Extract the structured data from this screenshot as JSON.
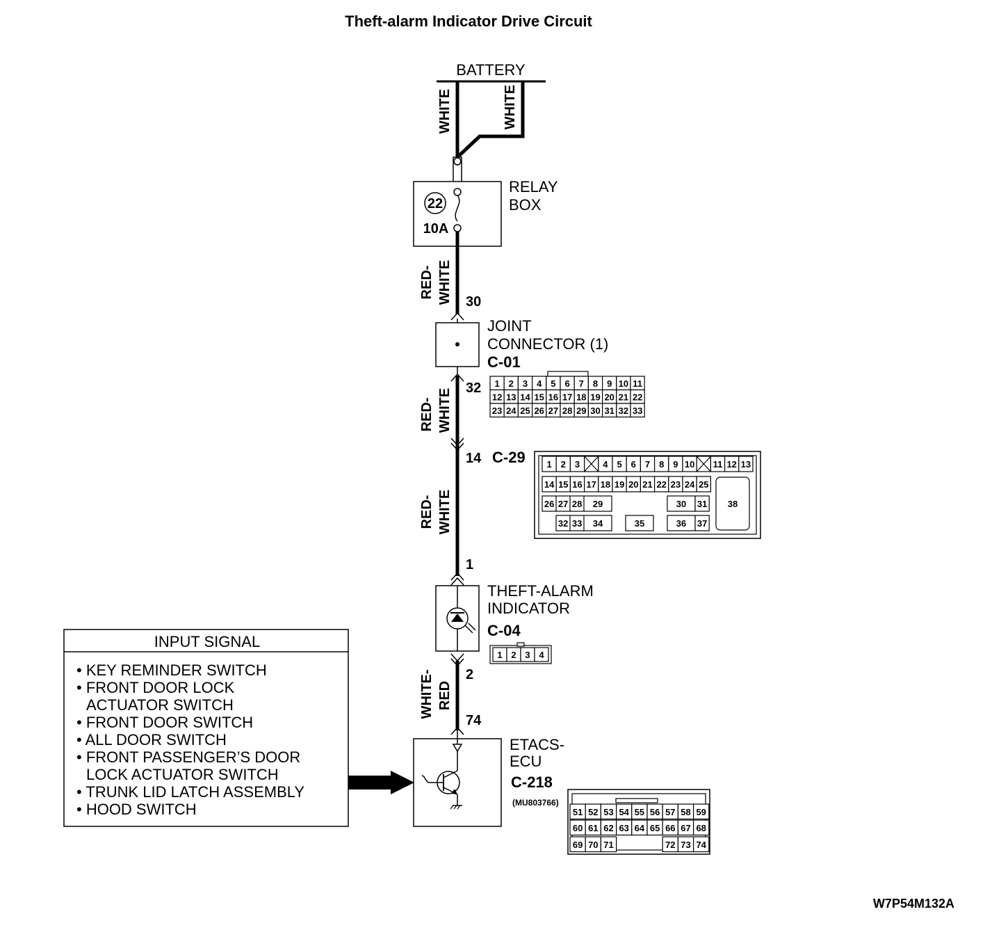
{
  "title": "Theft-alarm Indicator Drive Circuit",
  "battery": {
    "label": "BATTERY",
    "wire_left": "WHITE",
    "wire_right": "WHITE"
  },
  "relay_box": {
    "label_line1": "RELAY",
    "label_line2": "BOX",
    "fuse_number": "22",
    "fuse_rating": "10A"
  },
  "wire_relay_to_joint": {
    "line1": "RED-",
    "line2": "WHITE",
    "pin_in": "30"
  },
  "joint_connector": {
    "label_line1": "JOINT",
    "label_line2": "CONNECTOR (1)",
    "code": "C-01",
    "pin_out": "32",
    "pin_rows": [
      [
        "1",
        "2",
        "3",
        "4",
        "5",
        "6",
        "7",
        "8",
        "9",
        "10",
        "11"
      ],
      [
        "12",
        "13",
        "14",
        "15",
        "16",
        "17",
        "18",
        "19",
        "20",
        "21",
        "22"
      ],
      [
        "23",
        "24",
        "25",
        "26",
        "27",
        "28",
        "29",
        "30",
        "31",
        "32",
        "33"
      ]
    ]
  },
  "wire_joint_to_c29": {
    "line1": "RED-",
    "line2": "WHITE"
  },
  "c29": {
    "pin": "14",
    "code": "C-29",
    "row1": [
      "1",
      "2",
      "3",
      "",
      "4",
      "5",
      "6",
      "7",
      "8",
      "9",
      "10",
      "",
      "11",
      "12",
      "13"
    ],
    "row2": [
      "14",
      "15",
      "16",
      "17",
      "18",
      "19",
      "20",
      "21",
      "22",
      "23",
      "24",
      "25"
    ],
    "row3": [
      "26",
      "27",
      "28",
      "29",
      "30",
      "31"
    ],
    "row4": [
      "32",
      "33",
      "34",
      "35",
      "36",
      "37"
    ],
    "big_pin": "38"
  },
  "wire_c29_to_indicator": {
    "line1": "RED-",
    "line2": "WHITE",
    "pin_in": "1"
  },
  "theft_alarm_indicator": {
    "label_line1": "THEFT-ALARM",
    "label_line2": "INDICATOR",
    "code": "C-04",
    "pins": [
      "1",
      "2",
      "3",
      "4"
    ],
    "pin_out": "2"
  },
  "wire_indicator_to_ecu": {
    "line1": "WHITE-",
    "line2": "RED",
    "pin_in": "74"
  },
  "etacs_ecu": {
    "label_line1": "ETACS-",
    "label_line2": "ECU",
    "code": "C-218",
    "part_number": "(MU803766)",
    "row1": [
      "51",
      "52",
      "53",
      "54",
      "55",
      "56",
      "57",
      "58",
      "59"
    ],
    "row2": [
      "60",
      "61",
      "62",
      "63",
      "64",
      "65",
      "66",
      "67",
      "68"
    ],
    "row3": [
      "69",
      "70",
      "71",
      "72",
      "73",
      "74"
    ]
  },
  "input_signal": {
    "heading": "INPUT SIGNAL",
    "items": [
      "• KEY REMINDER SWITCH",
      "• FRONT DOOR LOCK",
      "ACTUATOR SWITCH",
      "• FRONT DOOR SWITCH",
      "• ALL DOOR SWITCH",
      "• FRONT PASSENGER’S DOOR",
      "LOCK ACTUATOR SWITCH",
      "• TRUNK LID LATCH ASSEMBLY",
      "• HOOD SWITCH"
    ]
  },
  "figure_id": "W7P54M132A"
}
